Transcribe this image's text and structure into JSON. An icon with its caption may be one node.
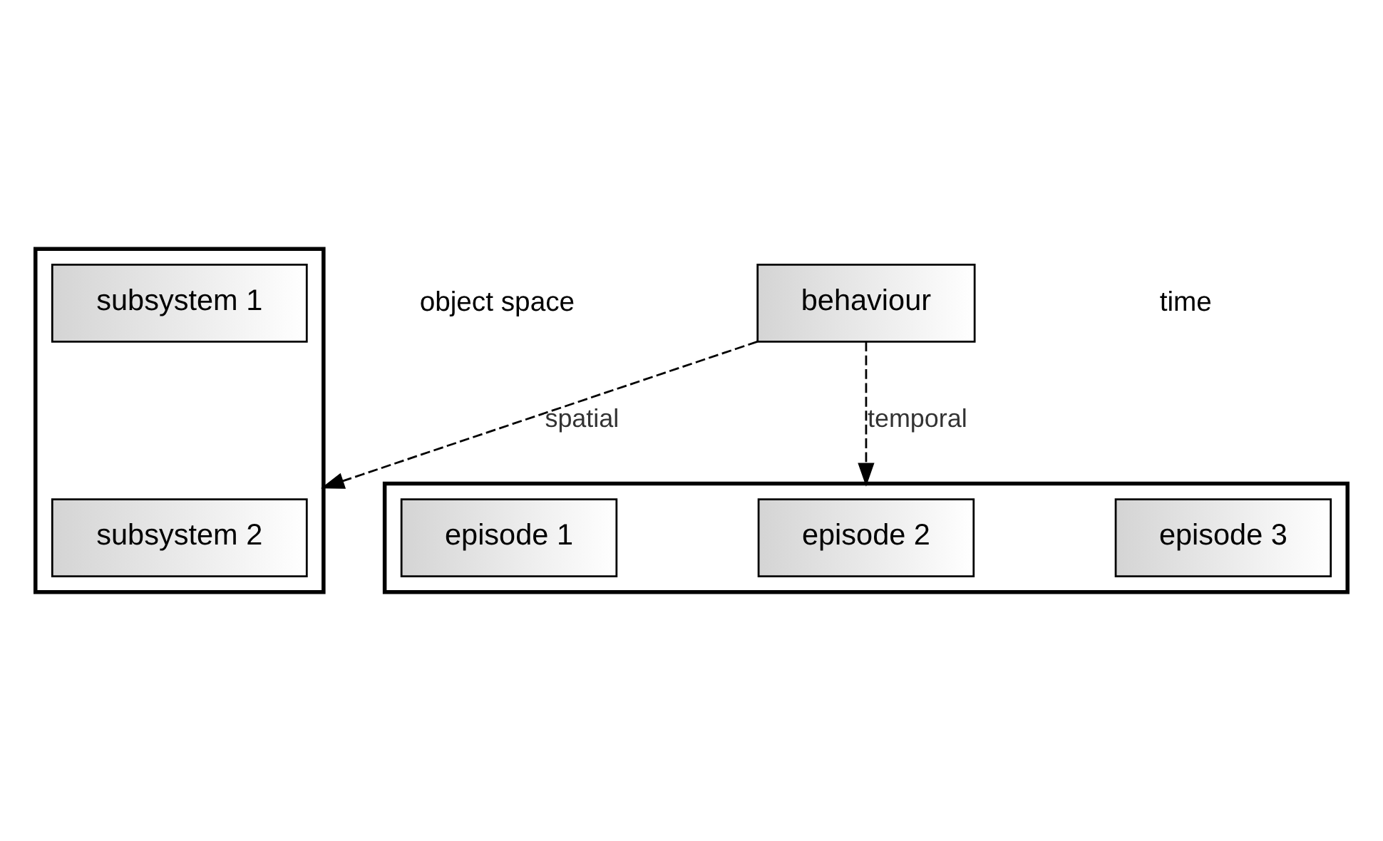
{
  "diagram": {
    "nodes": [
      {
        "text": [
          "behaviour"
        ]
      },
      {
        "text": [],
        "shape": "box"
      },
      {
        "text": [
          "subsystem 1"
        ],
        "in": 1
      },
      {
        "text": [
          "subsystem 2"
        ],
        "in": 1
      },
      {
        "text": [],
        "shape": "box"
      },
      {
        "text": [
          "episode 1"
        ],
        "in": 4
      },
      {
        "text": [
          "episode 2"
        ],
        "in": 4
      },
      {
        "text": [
          "episode 3"
        ],
        "in": 4
      }
    ],
    "edges": [
      {
        "from": 0,
        "to": 1,
        "arrow": "to",
        "label": "spatial",
        "style": "dashed"
      },
      {
        "from": 0,
        "to": 4,
        "arrow": "to",
        "label": "temporal",
        "style": "dashed"
      }
    ],
    "labels": [
      "object space",
      "time"
    ]
  }
}
